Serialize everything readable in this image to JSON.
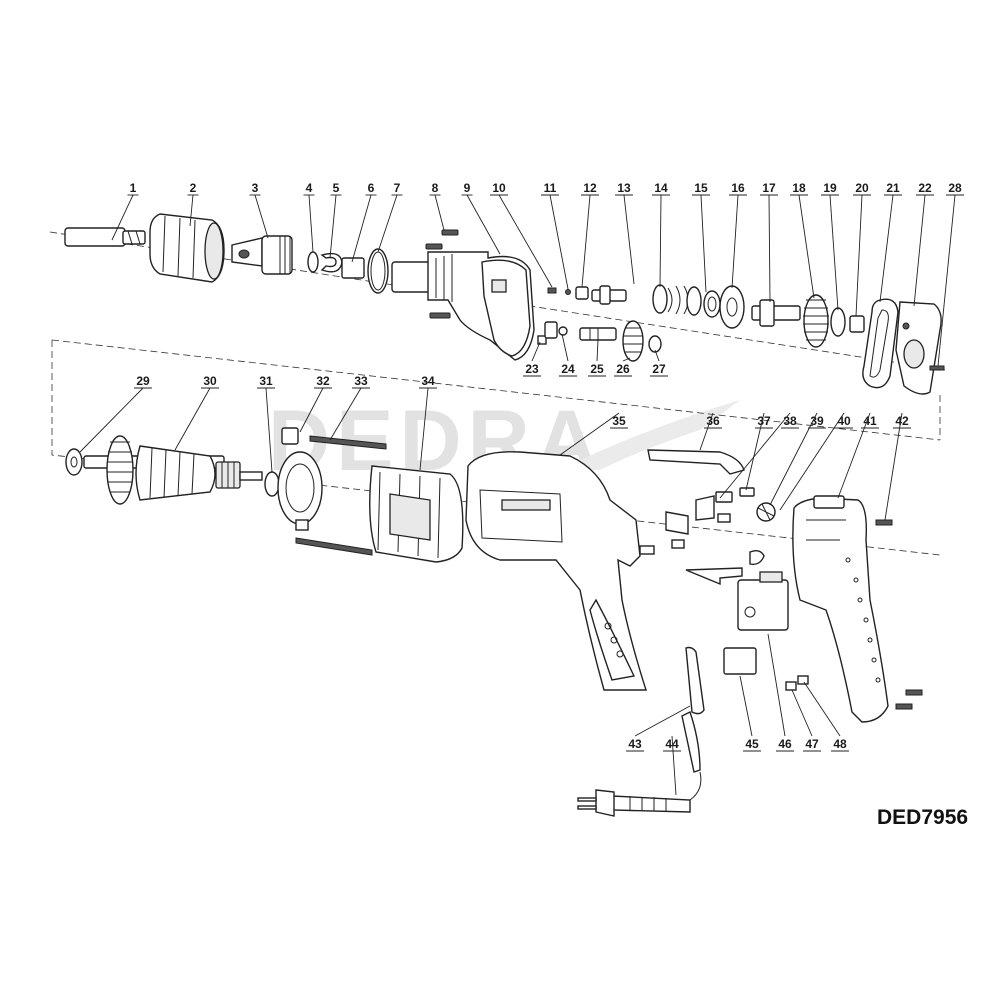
{
  "model_code": "DED7956",
  "watermark": "DEDRA",
  "callouts": [
    "1",
    "2",
    "3",
    "4",
    "5",
    "6",
    "7",
    "8",
    "9",
    "10",
    "11",
    "12",
    "13",
    "14",
    "15",
    "16",
    "17",
    "18",
    "19",
    "20",
    "21",
    "22",
    "28",
    "23",
    "24",
    "25",
    "26",
    "27",
    "29",
    "30",
    "31",
    "32",
    "33",
    "34",
    "35",
    "36",
    "37",
    "38",
    "39",
    "40",
    "41",
    "42",
    "43",
    "44",
    "45",
    "46",
    "47",
    "48"
  ]
}
